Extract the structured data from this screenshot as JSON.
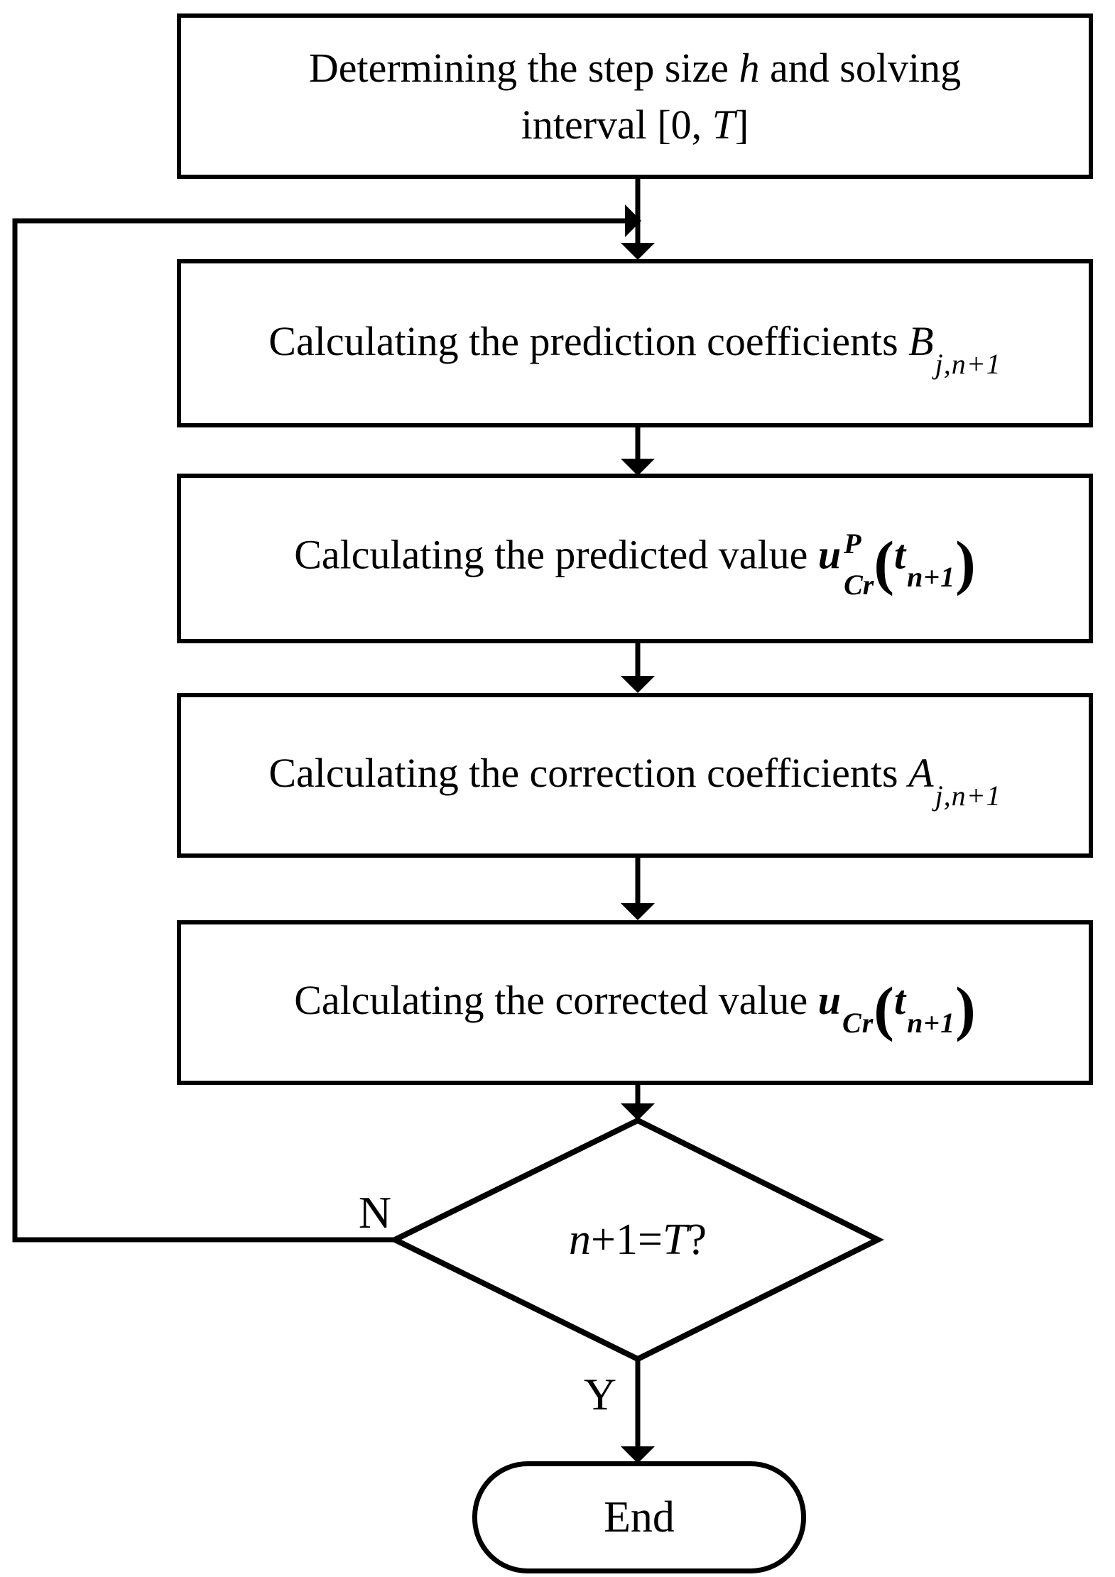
{
  "colors": {
    "line": "#000000",
    "background": "#ffffff"
  },
  "nodes": {
    "start": {
      "line1_pre": "Determining the step size ",
      "line1_var": "h",
      "line1_post": " and solving",
      "line2_pre": "interval [0, ",
      "line2_var": "T",
      "line2_post": "]"
    },
    "prediction": {
      "text": "Calculating the prediction coefficients ",
      "var": "B",
      "sub": "j,n+1"
    },
    "predicted": {
      "text": "Calculating the predicted value ",
      "var": "u",
      "sup": "P",
      "sub": "Cr",
      "open": "(",
      "arg": "t",
      "arg_sub": "n+1",
      "close": ")"
    },
    "correction": {
      "text": "Calculating the correction coefficients ",
      "var": "A",
      "sub": "j,n+1"
    },
    "corrected": {
      "text": "Calculating the corrected value ",
      "var": "u",
      "sub": "Cr",
      "open": "(",
      "arg": "t",
      "arg_sub": "n+1",
      "close": ")"
    },
    "decision": {
      "var1": "n",
      "mid": "+1=",
      "var2": "T",
      "question": " ?"
    },
    "end_node": {
      "label": "End"
    }
  },
  "branch": {
    "no": "N",
    "yes": "Y"
  }
}
